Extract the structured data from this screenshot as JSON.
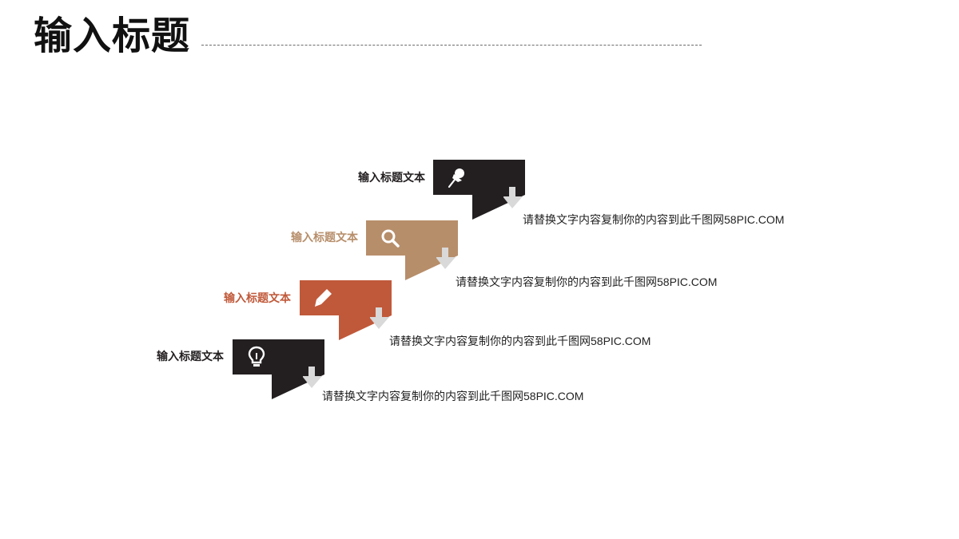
{
  "header": {
    "title": "输入标题"
  },
  "steps": [
    {
      "label": "输入标题文本",
      "description": "请替换文字内容复制你的内容到此千图网58PIC.COM",
      "color": "#231f20",
      "label_color": "#231f20",
      "icon": "pushpin-icon"
    },
    {
      "label": "输入标题文本",
      "description": "请替换文字内容复制你的内容到此千图网58PIC.COM",
      "color": "#b78e6a",
      "label_color": "#b78e6a",
      "icon": "search-icon"
    },
    {
      "label": "输入标题文本",
      "description": "请替换文字内容复制你的内容到此千图网58PIC.COM",
      "color": "#c0593a",
      "label_color": "#c0593a",
      "icon": "pencil-icon"
    },
    {
      "label": "输入标题文本",
      "description": "请替换文字内容复制你的内容到此千图网58PIC.COM",
      "color": "#231f20",
      "label_color": "#231f20",
      "icon": "lightbulb-icon"
    }
  ],
  "arrow_color": "#d9d9d9"
}
